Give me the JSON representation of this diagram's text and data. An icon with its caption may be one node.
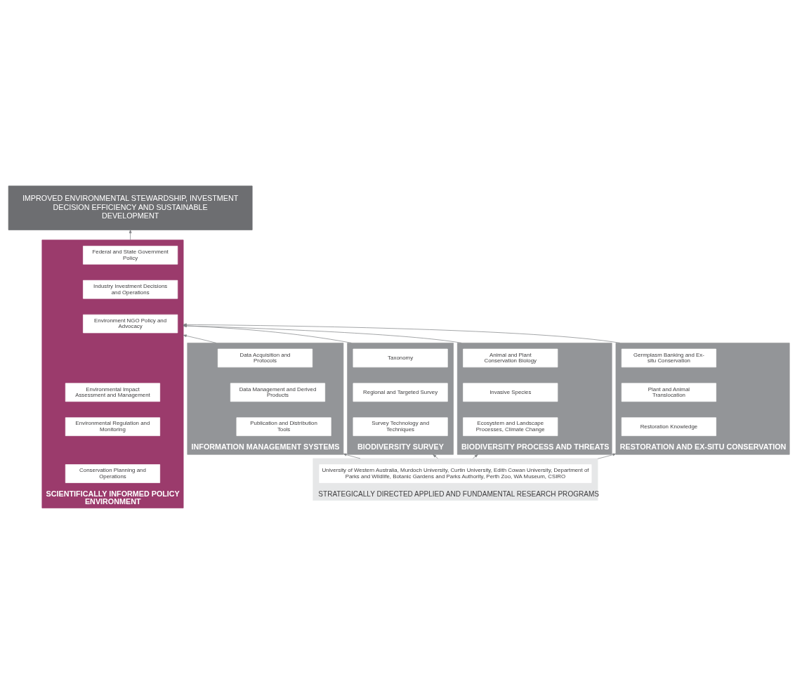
{
  "diagram": {
    "nodes": [
      {
        "text": [
          "IMPROVED ENVIRONMENTAL STEWARDSHIP, INVESTMENT DECISION EFFICIENCY AND SUSTAINABLE DEVELOPMENT"
        ]
      },
      {
        "text": [
          "SCIENTIFICALLY INFORMED POLICY ENVIRONMENT"
        ]
      },
      {
        "text": [
          "Federal and State Government Policy"
        ],
        "in": 1
      },
      {
        "text": [
          "Environmental Impact Assessment and Management"
        ],
        "in": 1
      },
      {
        "text": [
          "Industry Investment Decisions and Operations"
        ],
        "in": 1
      },
      {
        "text": [
          "Environmental Regulation and Monitoring"
        ],
        "in": 1
      },
      {
        "text": [
          "Environment NGO Policy and Advocacy"
        ],
        "in": 1
      },
      {
        "text": [
          "Conservation Planning and Operations"
        ],
        "in": 1
      },
      {
        "text": [
          "INFORMATION MANAGEMENT SYSTEMS"
        ]
      },
      {
        "text": [
          "Data Acquisition and Protocols"
        ],
        "in": 8
      },
      {
        "text": [
          "Data Management and Derived Products"
        ],
        "in": 8
      },
      {
        "text": [
          "Publication and Distribution Tools"
        ],
        "in": 8
      },
      {
        "text": [
          "BIODIVERSITY SURVEY"
        ]
      },
      {
        "text": [
          "Taxonomy"
        ],
        "in": 12
      },
      {
        "text": [
          "Regional and Targeted Survey"
        ],
        "in": 12
      },
      {
        "text": [
          "Survey Technology and Techniques"
        ],
        "in": 12
      },
      {
        "text": [
          "BIODIVERSITY PROCESS AND THREATS"
        ]
      },
      {
        "text": [
          "Animal and Plant Conservation Biology"
        ],
        "in": 16
      },
      {
        "text": [
          "Invasive Species"
        ],
        "in": 16
      },
      {
        "text": [
          "Ecosystem and Landscape Processes, Climate Change"
        ],
        "in": 16
      },
      {
        "text": [
          "RESTORATION AND EX-SITU CONSERVATION"
        ]
      },
      {
        "text": [
          "Germplasm Banking and Ex-situ Conservation"
        ],
        "in": 20
      },
      {
        "text": [
          "Plant and Animal Translocation"
        ],
        "in": 20
      },
      {
        "text": [
          "Restoration Knowledge"
        ],
        "in": 20
      },
      {
        "text": [
          "STRATEGICALLY DIRECTED APPLIED AND FUNDAMENTAL RESEARCH PROGRAMS"
        ]
      },
      {
        "text": [
          "University of Western Australia, Murdoch University, Curtin University, Edith Cowan University, Department of Parks and Wildlife, Botanic Gardens and Parks Authority, Perth Zoo, WA Museum, CSIRO"
        ],
        "in": 24
      }
    ],
    "edges": [
      {
        "from": 1,
        "to": 0,
        "arrow": "to"
      },
      {
        "from": 8,
        "to": 1,
        "arrow": "to"
      },
      {
        "from": 12,
        "to": 1,
        "arrow": "to"
      },
      {
        "from": 16,
        "to": 1,
        "arrow": "to"
      },
      {
        "from": 20,
        "to": 1,
        "arrow": "to"
      },
      {
        "from": 24,
        "to": 8,
        "arrow": "to"
      },
      {
        "from": 24,
        "to": 12,
        "arrow": "to"
      },
      {
        "from": 24,
        "to": 16,
        "arrow": "to"
      },
      {
        "from": 24,
        "to": 20,
        "arrow": "to"
      }
    ]
  }
}
